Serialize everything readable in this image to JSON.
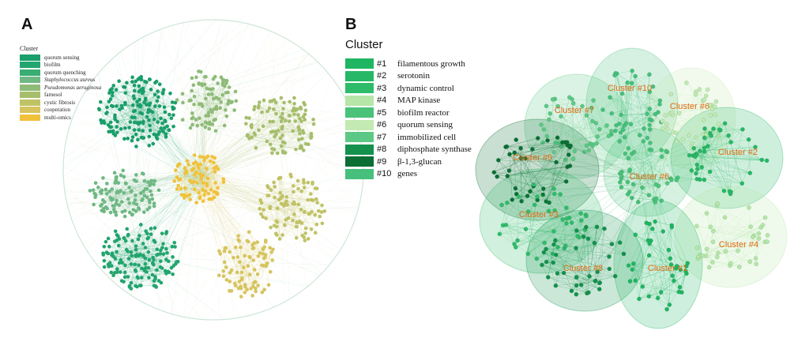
{
  "panel_a": {
    "letter": "A",
    "legend_title": "Cluster",
    "legend_items": [
      {
        "label": "quorum sensing",
        "color": "#1a9e6a",
        "italic": false
      },
      {
        "label": "biofilm",
        "color": "#22a56e",
        "italic": false
      },
      {
        "label": "quorum quenching",
        "color": "#3aae72",
        "italic": false
      },
      {
        "label": "Staphylococcus aureus",
        "color": "#6fb884",
        "italic": true
      },
      {
        "label": "Pseudomonas aeruginosa",
        "color": "#8fbb78",
        "italic": true
      },
      {
        "label": "farnesol",
        "color": "#a6be6c",
        "italic": false
      },
      {
        "label": "cystic fibrosis",
        "color": "#c0c266",
        "italic": false
      },
      {
        "label": "cooperation",
        "color": "#d6c460",
        "italic": false
      },
      {
        "label": "multi-omics",
        "color": "#f0c23c",
        "italic": false
      }
    ]
  },
  "panel_b": {
    "letter": "B",
    "legend_title": "Cluster",
    "legend_items": [
      {
        "num": "#1",
        "label": "filamentous growth",
        "color": "#1fb562"
      },
      {
        "num": "#2",
        "label": "serotonin",
        "color": "#26b866"
      },
      {
        "num": "#3",
        "label": "dynamic control",
        "color": "#2fbc6a"
      },
      {
        "num": "#4",
        "label": "MAP kinase",
        "color": "#b6e6a8"
      },
      {
        "num": "#5",
        "label": "biofilm reactor",
        "color": "#4ac27a"
      },
      {
        "num": "#6",
        "label": "quorum sensing",
        "color": "#c3eab2"
      },
      {
        "num": "#7",
        "label": "immobilized cell",
        "color": "#5cc885"
      },
      {
        "num": "#8",
        "label": "diphosphate synthase",
        "color": "#13914d"
      },
      {
        "num": "#9",
        "label": "β-1,3-glucan",
        "color": "#0b6e34"
      },
      {
        "num": "#10",
        "label": "genes",
        "color": "#46c07c"
      }
    ],
    "cluster_labels": [
      "Cluster #10",
      "Cluster #7",
      "Cluster #6",
      "Cluster #2",
      "Cluster #9",
      "Cluster #6",
      "Cluster #3",
      "Cluster #4",
      "Cluster #8",
      "Cluster #1"
    ]
  }
}
